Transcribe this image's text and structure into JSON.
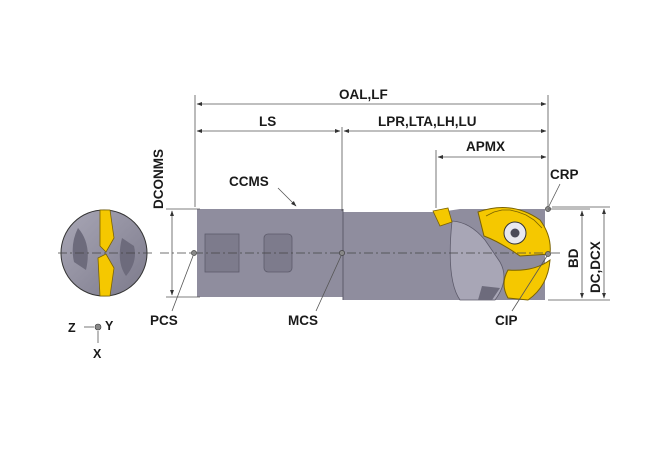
{
  "labels": {
    "oal": "OAL,LF",
    "ls": "LS",
    "lpr": "LPR,LTA,LH,LU",
    "apmx": "APMX",
    "dconms": "DCONMS",
    "ccms": "CCMS",
    "crp": "CRP",
    "bd": "BD",
    "dc": "DC,DCX",
    "pcs": "PCS",
    "mcs": "MCS",
    "cip": "CIP"
  },
  "axes": {
    "z": "Z",
    "y": "Y",
    "x": "X"
  },
  "colors": {
    "shank": "#8f8d9e",
    "shank_dark": "#6d6b7c",
    "insert_yellow": "#f5c800",
    "insert_dark": "#b38f00",
    "line": "#333333"
  }
}
